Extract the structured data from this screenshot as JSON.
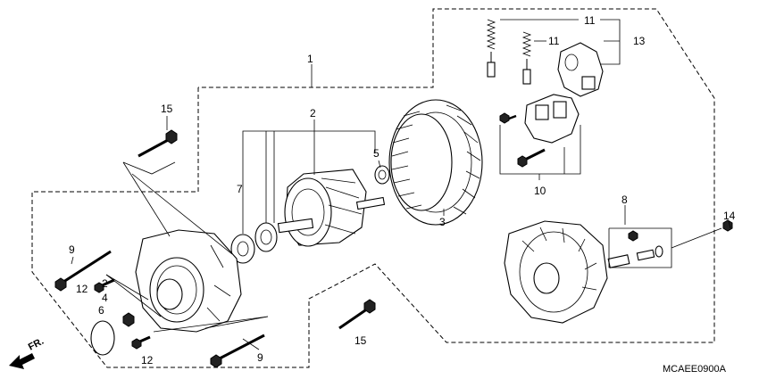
{
  "callouts": {
    "c1": "1",
    "c2a": "2",
    "c2b": "2",
    "c3": "3",
    "c4": "4",
    "c5": "5",
    "c6": "6",
    "c7": "7",
    "c8": "8",
    "c9a": "9",
    "c9b": "9",
    "c10": "10",
    "c11a": "11",
    "c11b": "11",
    "c12a": "12",
    "c12b": "12",
    "c13": "13",
    "c14": "14",
    "c15a": "15",
    "c15b": "15"
  },
  "direction_label": "FR.",
  "diagram_code": "MCAEE0900A"
}
